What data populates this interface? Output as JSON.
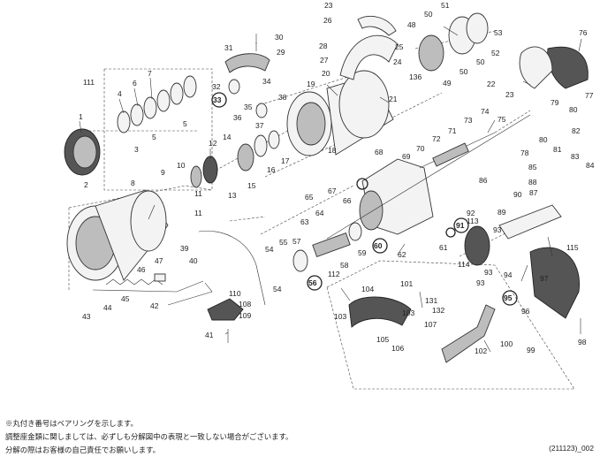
{
  "diagram": {
    "title": "Spinning reel exploded parts diagram",
    "part_labels": [
      "1",
      "2",
      "3",
      "4",
      "5",
      "5",
      "6",
      "7",
      "8",
      "9",
      "10",
      "11",
      "11",
      "12",
      "13",
      "14",
      "15",
      "16",
      "17",
      "18",
      "19",
      "20",
      "21",
      "22",
      "23",
      "23",
      "24",
      "25",
      "26",
      "27",
      "28",
      "29",
      "30",
      "31",
      "32",
      "33",
      "34",
      "35",
      "36",
      "37",
      "38",
      "39",
      "40",
      "41",
      "42",
      "43",
      "44",
      "45",
      "46",
      "47",
      "48",
      "49",
      "50",
      "50",
      "50",
      "51",
      "52",
      "53",
      "54",
      "54",
      "55",
      "56",
      "57",
      "58",
      "59",
      "60",
      "61",
      "62",
      "63",
      "64",
      "65",
      "66",
      "67",
      "68",
      "69",
      "70",
      "71",
      "72",
      "73",
      "74",
      "75",
      "76",
      "77",
      "78",
      "79",
      "80",
      "80",
      "81",
      "82",
      "83",
      "84",
      "85",
      "86",
      "87",
      "88",
      "89",
      "90",
      "91",
      "92",
      "93",
      "93",
      "93",
      "94",
      "95",
      "96",
      "97",
      "98",
      "99",
      "100",
      "101",
      "102",
      "103",
      "103",
      "104",
      "105",
      "106",
      "107",
      "108",
      "109",
      "110",
      "111",
      "112",
      "113",
      "114",
      "115",
      "131",
      "132",
      "136"
    ],
    "bearing_labels": [
      "33",
      "56",
      "60",
      "91",
      "95"
    ]
  },
  "notes": {
    "line1": "※丸付き番号はベアリングを示します。",
    "line2": "調整座金類に関しましては、必ずしも分解図中の表現と一致しない場合がございます。",
    "line3": "分解の際はお客様の自己責任でお願いします。"
  },
  "code": "(211123)_002"
}
